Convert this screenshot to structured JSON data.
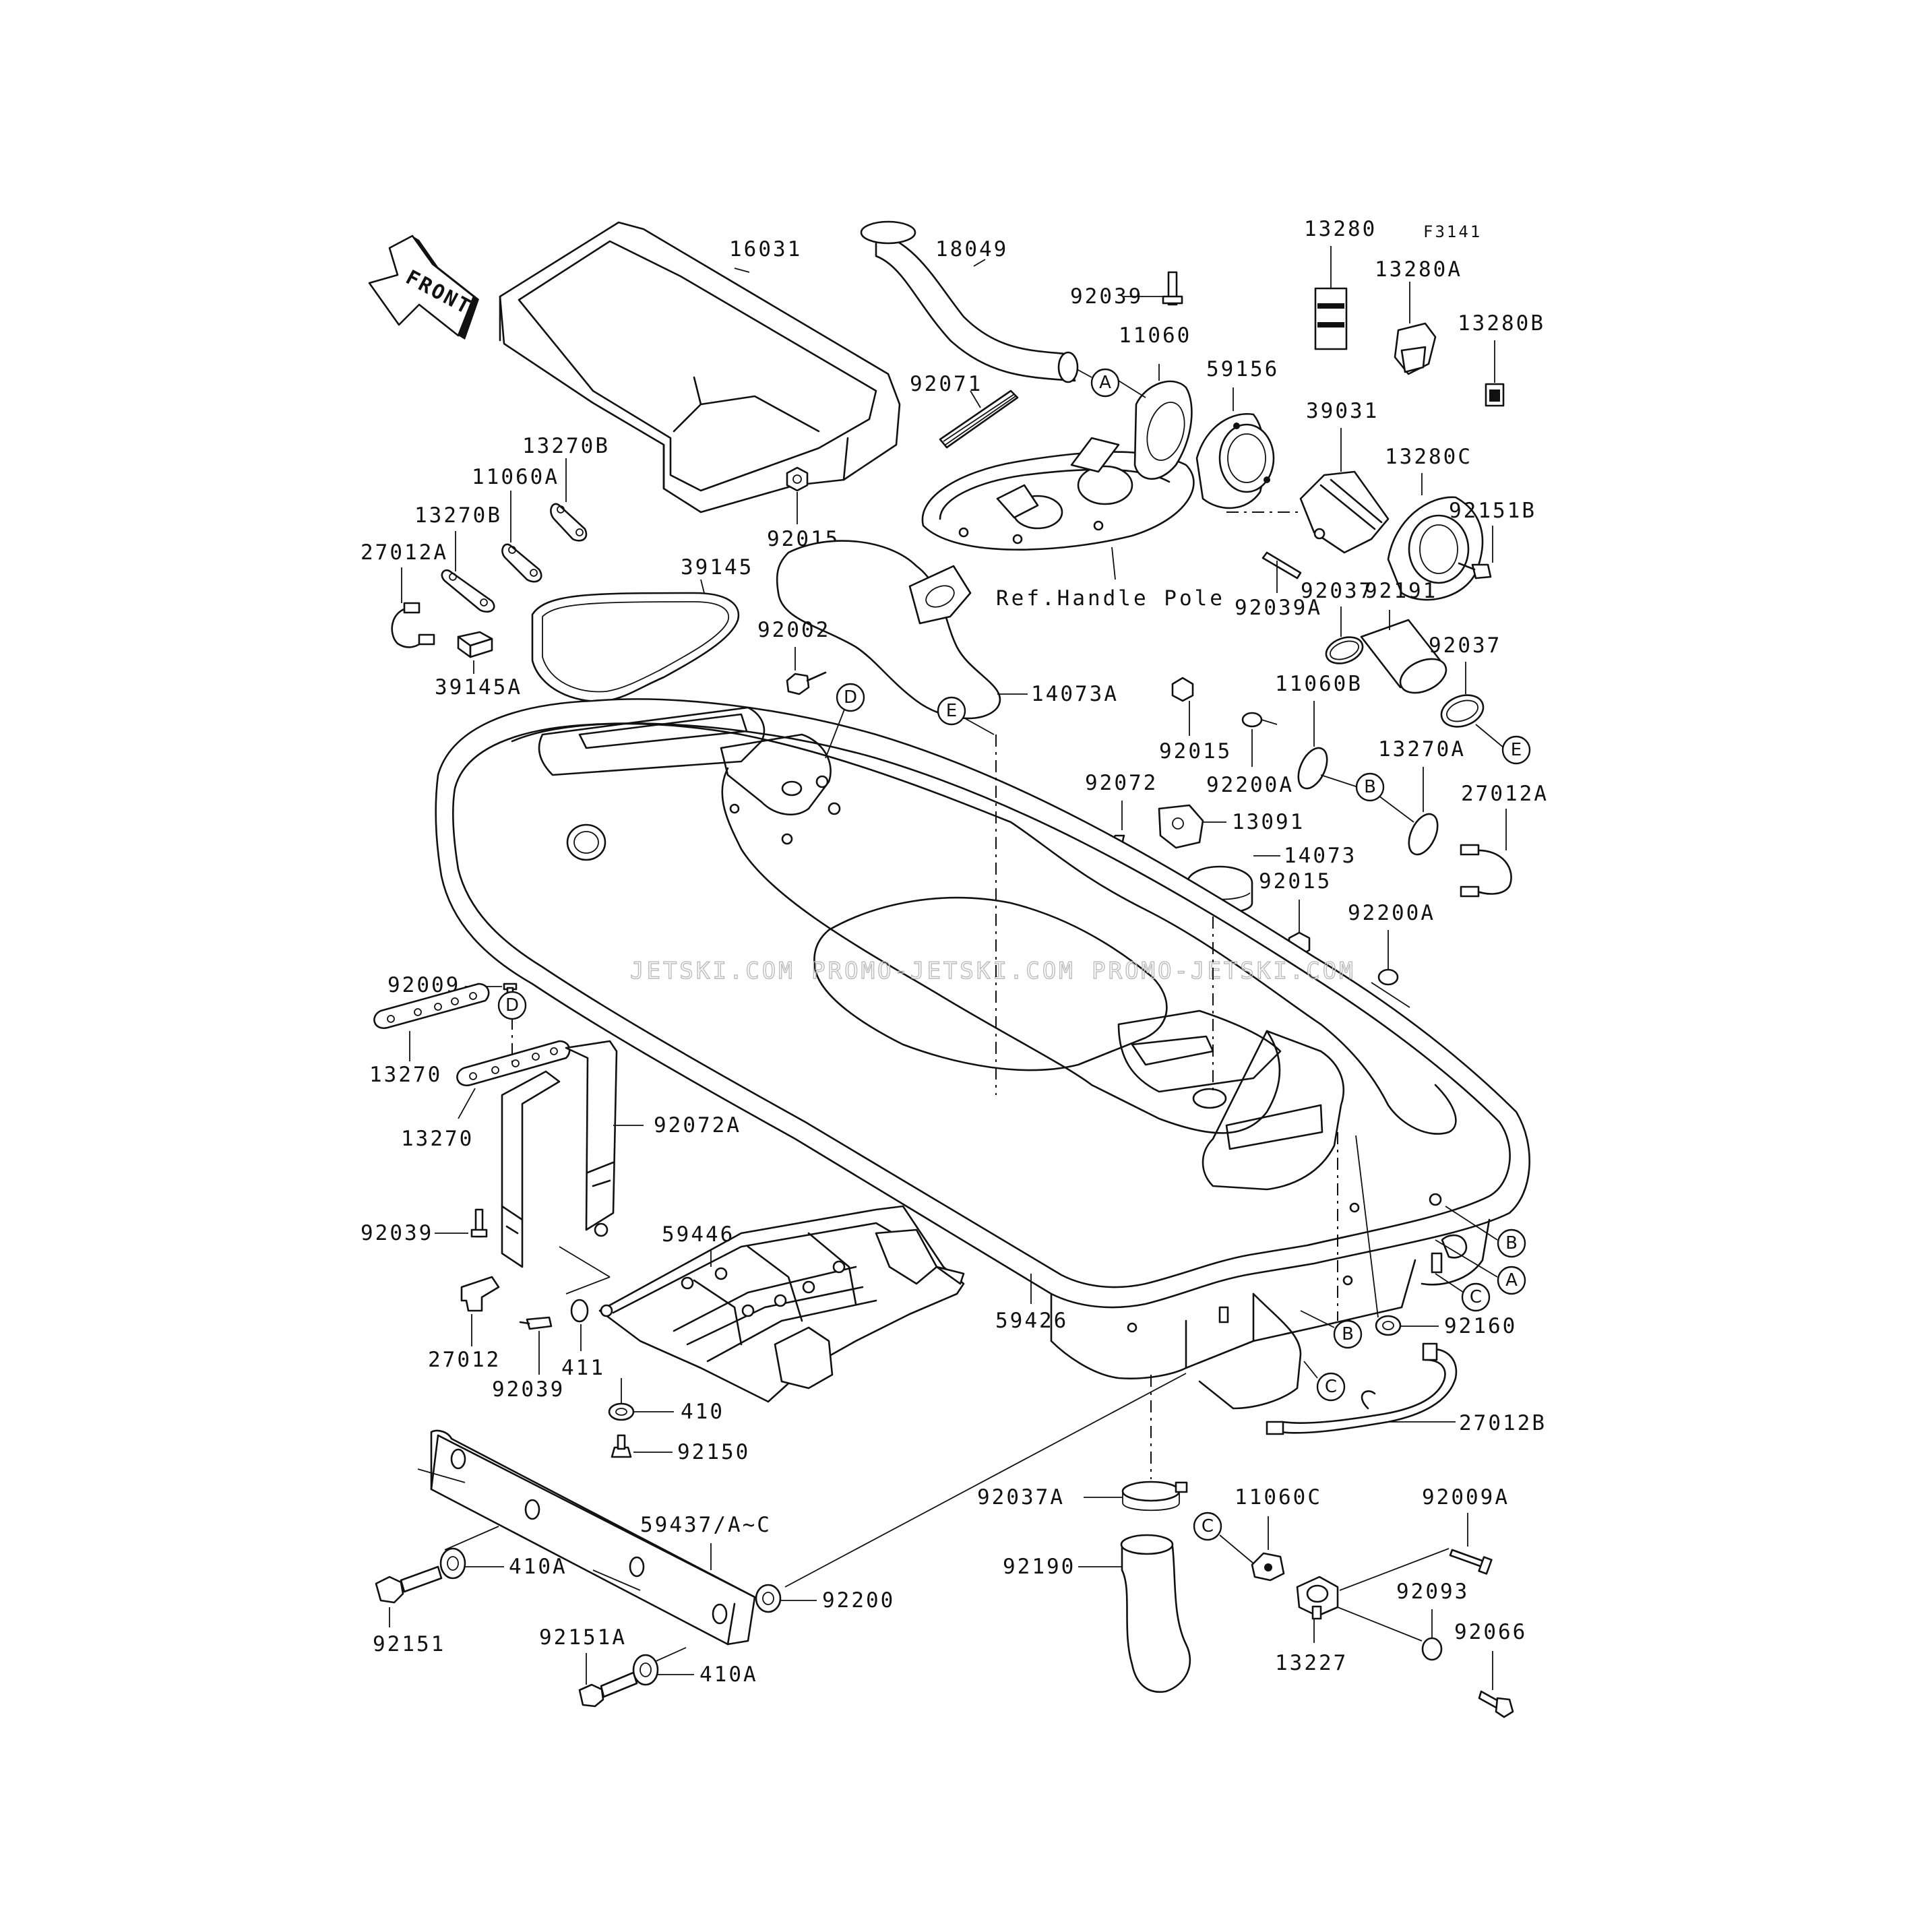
{
  "diagram_code": "F3141",
  "direction_label": "FRONT",
  "ref_note": "Ref.Handle Pole",
  "watermark": "JETSKI.COM  PROMO-JETSKI.COM  PROMO-JETSKI.COM",
  "callout_letters": {
    "A": "A",
    "B": "B",
    "C": "C",
    "D": "D",
    "E": "E"
  },
  "parts": {
    "p16031": "16031",
    "p18049": "18049",
    "p92039_top": "92039",
    "p11060": "11060",
    "p59156": "59156",
    "p13280": "13280",
    "p13280A": "13280A",
    "p13280B": "13280B",
    "p39031": "39031",
    "p13280C": "13280C",
    "p92151B": "92151B",
    "p92071": "92071",
    "p13270B_1": "13270B",
    "p11060A": "11060A",
    "p13270B_2": "13270B",
    "p27012A_1": "27012A",
    "p92015_1": "92015",
    "p39145": "39145",
    "p39145A": "39145A",
    "p92002": "92002",
    "p14073A": "14073A",
    "p92039A": "92039A",
    "p92037_1": "92037",
    "p92191": "92191",
    "p92037_2": "92037",
    "p92015_2": "92015",
    "p11060B": "11060B",
    "p92200A_1": "92200A",
    "p13270A": "13270A",
    "p27012A_2": "27012A",
    "p92072": "92072",
    "p13091": "13091",
    "p14073": "14073",
    "p92015_3": "92015",
    "p92200A_2": "92200A",
    "p92009": "92009",
    "p13270_1": "13270",
    "p13270_2": "13270",
    "p92072A": "92072A",
    "p92039_l": "92039",
    "p59446": "59446",
    "p27012": "27012",
    "p92039_b": "92039",
    "p411": "411",
    "p410": "410",
    "p92150": "92150",
    "p59426": "59426",
    "p92160": "92160",
    "p27012B": "27012B",
    "p92037A": "92037A",
    "p11060C": "11060C",
    "p92009A": "92009A",
    "p59437": "59437/A~C",
    "p410A_1": "410A",
    "p92200": "92200",
    "p92190": "92190",
    "p92093": "92093",
    "p92151": "92151",
    "p92151A": "92151A",
    "p410A_2": "410A",
    "p13227": "13227",
    "p92066": "92066"
  }
}
